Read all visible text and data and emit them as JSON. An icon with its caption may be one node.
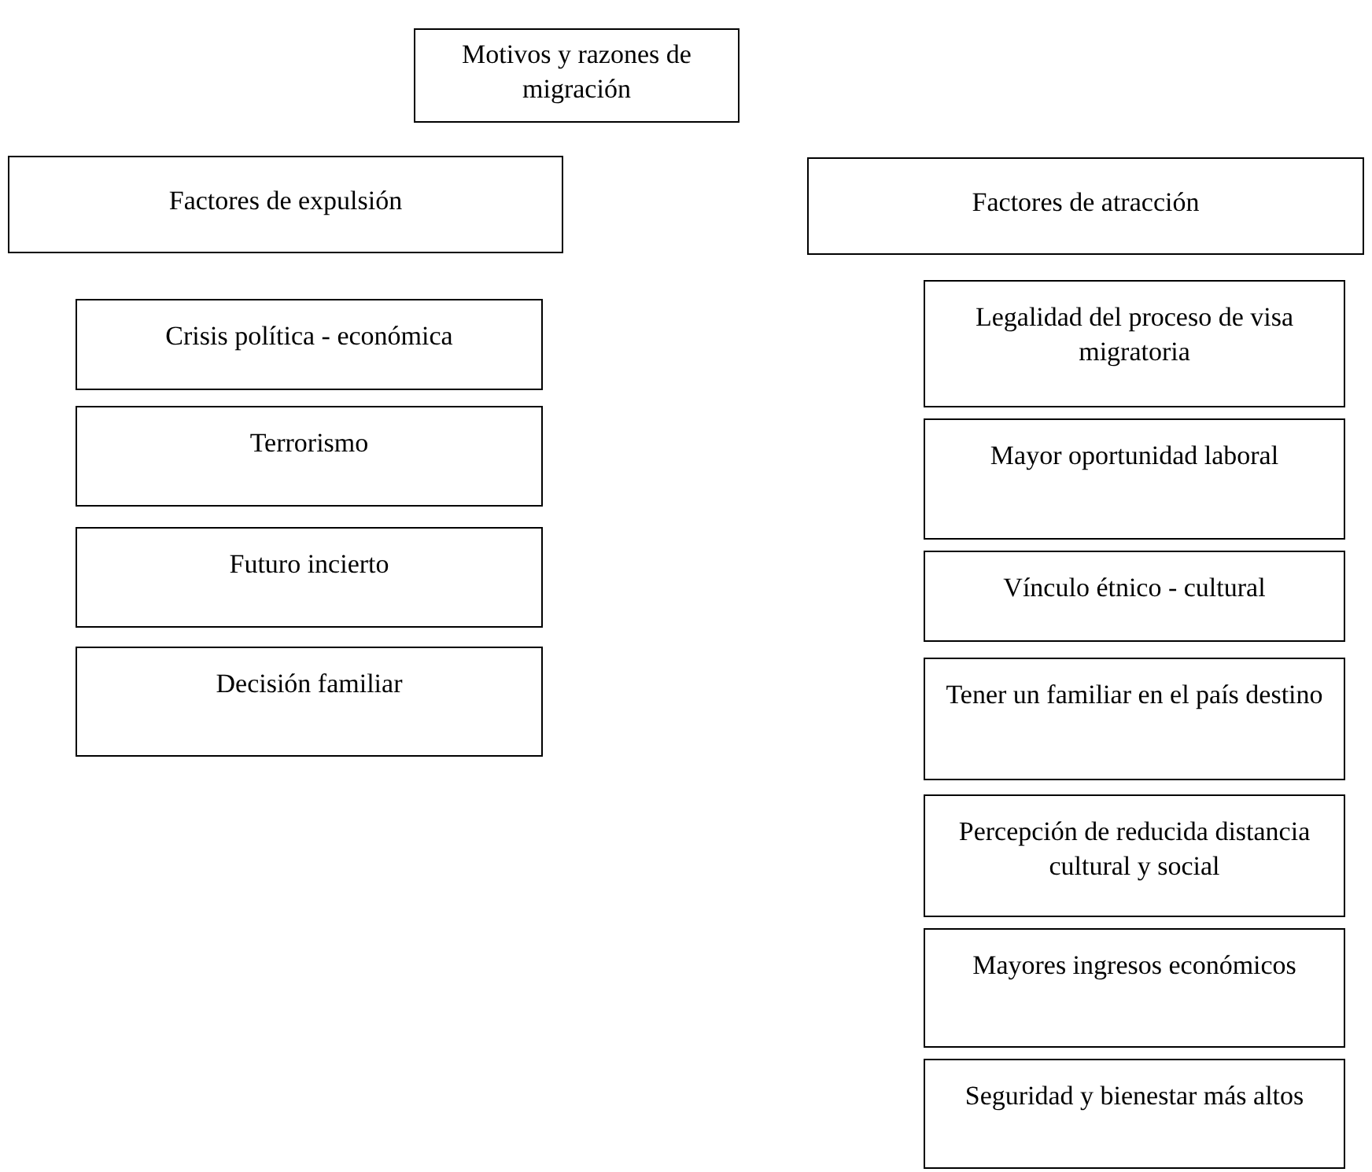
{
  "diagram": {
    "nodes": [
      {
        "text": [
          "Motivos y razones de migración"
        ]
      },
      {
        "text": [
          "Factores de expulsión"
        ]
      },
      {
        "text": [
          "Factores de atracción"
        ]
      },
      {
        "text": [
          "Crisis política - económica"
        ]
      },
      {
        "text": [
          "Terrorismo"
        ]
      },
      {
        "text": [
          "Futuro incierto"
        ]
      },
      {
        "text": [
          "Decisión familiar"
        ]
      },
      {
        "text": [
          "Legalidad del proceso de visa migratoria"
        ]
      },
      {
        "text": [
          "Mayor oportunidad laboral"
        ]
      },
      {
        "text": [
          "Vínculo étnico - cultural"
        ]
      },
      {
        "text": [
          "Tener un familiar en el país destino"
        ]
      },
      {
        "text": [
          "Percepción de reducida distancia cultural y social"
        ]
      },
      {
        "text": [
          "Mayores ingresos económicos"
        ]
      },
      {
        "text": [
          "Seguridad y bienestar más altos"
        ]
      }
    ]
  }
}
